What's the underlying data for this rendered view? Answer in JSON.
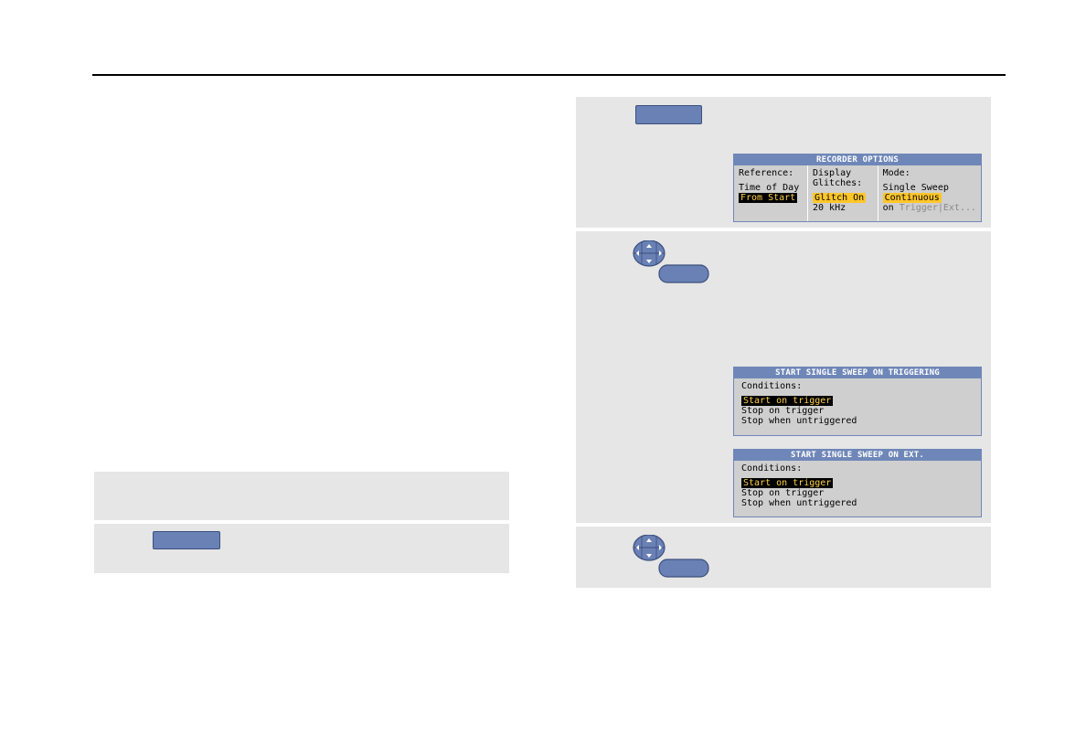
{
  "recorder_options": {
    "title": "RECORDER OPTIONS",
    "reference": {
      "header": "Reference:",
      "option1": "Time of Day",
      "option2_selected": "From Start"
    },
    "display": {
      "header1": "Display",
      "header2": "Glitches:",
      "option1_selected": "Glitch On",
      "option2": "20 kHz"
    },
    "mode": {
      "header": "Mode:",
      "option1": "Single Sweep",
      "option2_selected": "Continuous",
      "option3_prefix": "on",
      "option3_suffix": "Trigger|Ext..."
    }
  },
  "trigger_dialog": {
    "title": "START SINGLE SWEEP ON TRIGGERING",
    "conditions_label": "Conditions:",
    "items": [
      "Start on trigger",
      "Stop on trigger",
      "Stop when untriggered"
    ],
    "selected_index": 0
  },
  "ext_dialog": {
    "title": "START SINGLE SWEEP ON EXT.",
    "conditions_label": "Conditions:",
    "items": [
      "Start on trigger",
      "Stop on trigger",
      "Stop when untriggered"
    ],
    "selected_index": 0
  },
  "icons": [
    "arrow-pad-icon",
    "enter-button-icon",
    "function-key-icon"
  ],
  "colors": {
    "button_blue": "#6a81b6",
    "dialog_title_bg": "#6f87b8",
    "dialog_bg": "#cfcfcf",
    "panel_bg": "#e6e6e6",
    "highlight_yellow": "#ffc62a"
  }
}
